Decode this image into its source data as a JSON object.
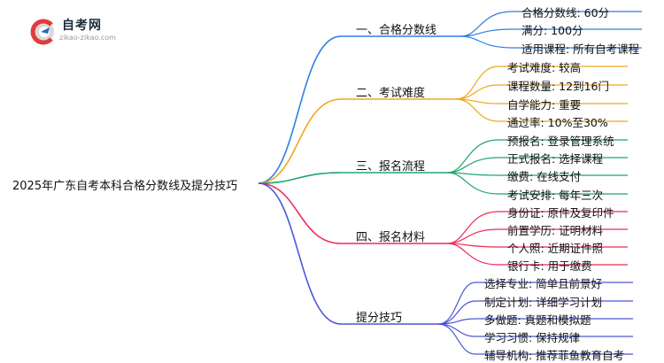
{
  "logo": {
    "name": "自考网",
    "url": "zikao-zikao.com"
  },
  "root": "2025年广东自考本科合格分数线及提分技巧",
  "branches": [
    {
      "label": "一、合格分数线",
      "color": "#2e7ee0",
      "items": [
        "合格分数线: 60分",
        "满分: 100分",
        "适用课程: 所有自考课程"
      ]
    },
    {
      "label": "二、考试难度",
      "color": "#f0a71a",
      "items": [
        "考试难度: 较高",
        "课程数量: 12到16门",
        "自学能力: 重要",
        "通过率: 10%至30%"
      ]
    },
    {
      "label": "三、报名流程",
      "color": "#1ea56e",
      "items": [
        "预报名: 登录管理系统",
        "正式报名: 选择课程",
        "缴费: 在线支付",
        "考试安排: 每年三次"
      ]
    },
    {
      "label": "四、报名材料",
      "color": "#ee2a55",
      "items": [
        "身份证: 原件及复印件",
        "前置学历: 证明材料",
        "个人照: 近期证件照",
        "银行卡: 用于缴费"
      ]
    },
    {
      "label": "提分技巧",
      "color": "#4c57d6",
      "items": [
        "选择专业: 简单且前景好",
        "制定计划: 详细学习计划",
        "多做题: 真题和模拟题",
        "学习习惯: 保持规律",
        "辅导机构: 推荐菲鱼教育自考"
      ]
    }
  ]
}
